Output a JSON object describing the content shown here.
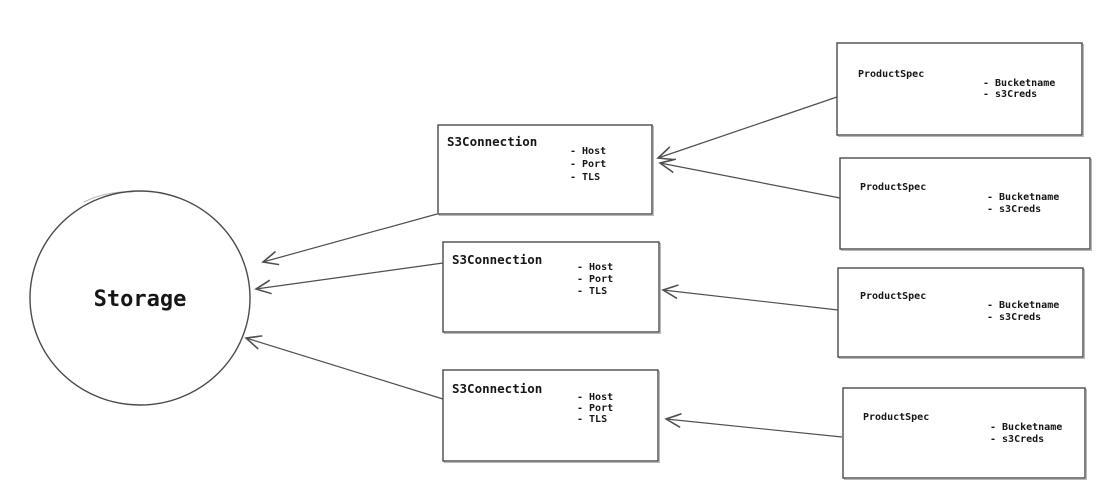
{
  "diagram": {
    "storage_node": {
      "label": "Storage"
    },
    "s3_connection_nodes": [
      {
        "title": "S3Connection",
        "attributes": [
          "- Host",
          "- Port",
          "- TLS"
        ]
      },
      {
        "title": "S3Connection",
        "attributes": [
          "- Host",
          "- Port",
          "- TLS"
        ]
      },
      {
        "title": "S3Connection",
        "attributes": [
          "- Host",
          "- Port",
          "- TLS"
        ]
      }
    ],
    "product_spec_nodes": [
      {
        "title": "ProductSpec",
        "attributes": [
          "- Bucketname",
          "- s3Creds"
        ]
      },
      {
        "title": "ProductSpec",
        "attributes": [
          "- Bucketname",
          "- s3Creds"
        ]
      },
      {
        "title": "ProductSpec",
        "attributes": [
          "- Bucketname",
          "- s3Creds"
        ]
      },
      {
        "title": "ProductSpec",
        "attributes": [
          "- Bucketname",
          "- s3Creds"
        ]
      }
    ],
    "colors": {
      "stroke": "#4a4a4a",
      "text": "#161616",
      "background": "#ffffff"
    }
  }
}
